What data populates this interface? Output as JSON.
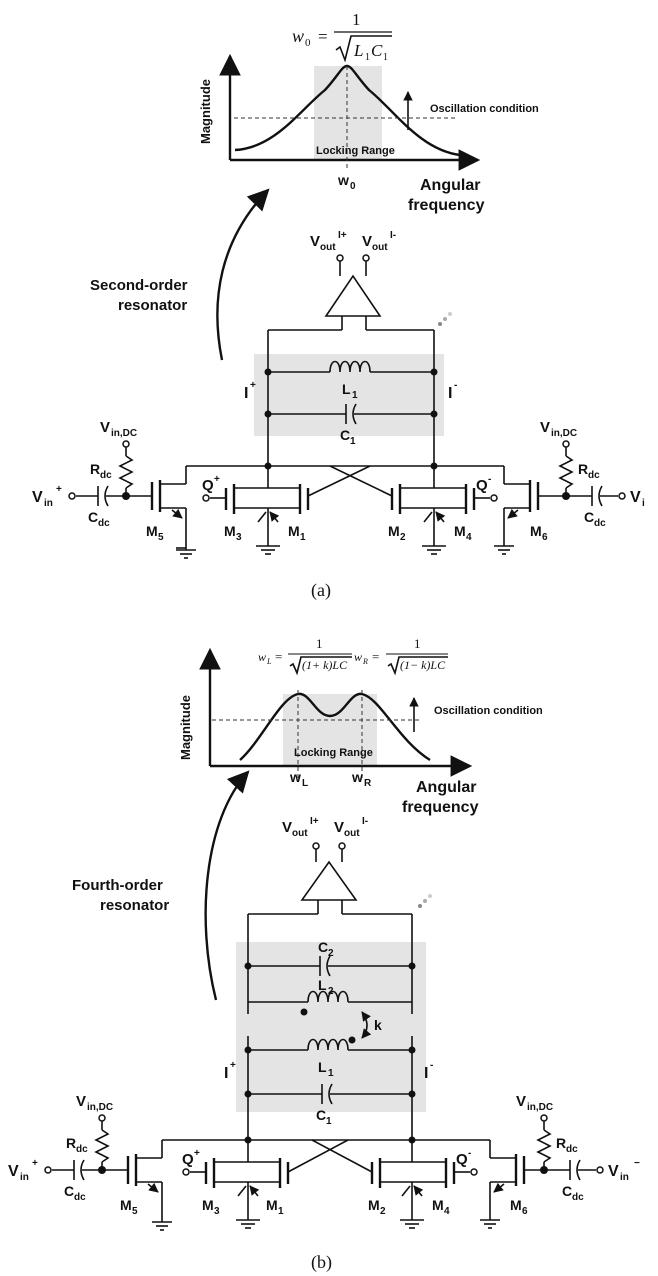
{
  "panel_a": {
    "formula": {
      "lhs": "w",
      "lhs_sub": "0",
      "eq": "=",
      "num": "1",
      "den_L": "L",
      "den_L_sub": "1",
      "den_C": "C",
      "den_C_sub": "1"
    },
    "graph": {
      "ylabel": "Magnitude",
      "xlabel_1": "Angular",
      "xlabel_2": "frequency",
      "center_w": "w",
      "center_sub": "0",
      "band_label": "Locking Range",
      "threshold_label": "Oscillation condition"
    },
    "resonator_1": "Second-order",
    "resonator_2": "resonator",
    "outputs": {
      "p": "V",
      "p_sub": "out",
      "p_sup": "I+",
      "m": "V",
      "m_sub": "out",
      "m_sup": "I-"
    },
    "nodes": {
      "ip": "I",
      "ip_sup": "+",
      "im": "I",
      "im_sup": "-"
    },
    "L": "L",
    "L_sub": "1",
    "C": "C",
    "C_sub": "1",
    "vdc_l": "V",
    "vdc_l_sub": "in,DC",
    "vdc_r": "V",
    "vdc_r_sub": "in,DC",
    "rdc_l": "R",
    "rdc_l_sub": "dc",
    "rdc_r": "R",
    "rdc_r_sub": "dc",
    "cdc_l": "C",
    "cdc_l_sub": "dc",
    "cdc_r": "C",
    "cdc_r_sub": "dc",
    "vin_l": "V",
    "vin_l_sub": "in",
    "vin_l_sup": "+",
    "vin_r": "V",
    "vin_r_sub": "i",
    "q_p": "Q",
    "q_p_sup": "+",
    "q_m": "Q",
    "q_m_sup": "-",
    "m5": "M",
    "m5_sub": "5",
    "m3": "M",
    "m3_sub": "3",
    "m1": "M",
    "m1_sub": "1",
    "m2": "M",
    "m2_sub": "2",
    "m4": "M",
    "m4_sub": "4",
    "m6": "M",
    "m6_sub": "6",
    "caption": "(a)"
  },
  "panel_b": {
    "formula_L": {
      "lhs": "w",
      "lhs_sub": "L",
      "eq": "=",
      "num": "1",
      "den": "(1+ k)LC"
    },
    "formula_R": {
      "lhs": "w",
      "lhs_sub": "R",
      "eq": "=",
      "num": "1",
      "den": "(1− k)LC"
    },
    "graph": {
      "ylabel": "Magnitude",
      "xlabel_1": "Angular",
      "xlabel_2": "frequency",
      "wl": "w",
      "wl_sub": "L",
      "wr": "w",
      "wr_sub": "R",
      "band_label": "Locking Range",
      "threshold_label": "Oscillation condition"
    },
    "resonator_1": "Fourth-order",
    "resonator_2": "resonator",
    "outputs": {
      "p": "V",
      "p_sub": "out",
      "p_sup": "I+",
      "m": "V",
      "m_sub": "out",
      "m_sup": "I-"
    },
    "nodes": {
      "ip": "I",
      "ip_sup": "+",
      "im": "I",
      "im_sup": "-"
    },
    "C2": "C",
    "C2_sub": "2",
    "L2": "L",
    "L2_sub": "2",
    "k": "k",
    "L1": "L",
    "L1_sub": "1",
    "C1": "C",
    "C1_sub": "1",
    "vdc_l": "V",
    "vdc_l_sub": "in,DC",
    "vdc_r": "V",
    "vdc_r_sub": "in,DC",
    "rdc_l": "R",
    "rdc_l_sub": "dc",
    "rdc_r": "R",
    "rdc_r_sub": "dc",
    "cdc_l": "C",
    "cdc_l_sub": "dc",
    "cdc_r": "C",
    "cdc_r_sub": "dc",
    "vin_l": "V",
    "vin_l_sub": "in",
    "vin_l_sup": "+",
    "vin_r": "V",
    "vin_r_sub": "in",
    "vin_r_sup": "−",
    "q_p": "Q",
    "q_p_sup": "+",
    "q_m": "Q",
    "q_m_sup": "-",
    "m5": "M",
    "m5_sub": "5",
    "m3": "M",
    "m3_sub": "3",
    "m1": "M",
    "m1_sub": "1",
    "m2": "M",
    "m2_sub": "2",
    "m4": "M",
    "m4_sub": "4",
    "m6": "M",
    "m6_sub": "6",
    "caption": "(b)"
  }
}
